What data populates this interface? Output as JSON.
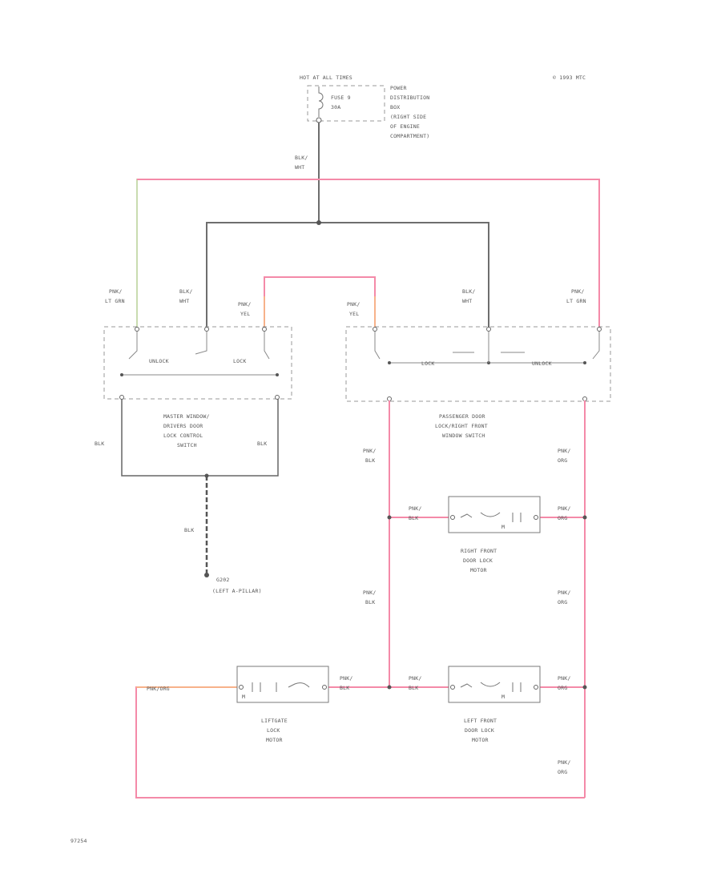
{
  "header": {
    "hot_at_all_times": "HOT AT ALL TIMES",
    "copyright": "© 1993 MTC",
    "figure_id": "97254"
  },
  "fuse": {
    "name": "FUSE 9",
    "rating": "30A",
    "location": [
      "POWER",
      "DISTRIBUTION",
      "BOX",
      "(RIGHT SIDE",
      "OF ENGINE",
      "COMPARTMENT)"
    ]
  },
  "components": {
    "master_switch": [
      "MASTER WINDOW/",
      "DRIVERS DOOR",
      "LOCK CONTROL",
      "SWITCH"
    ],
    "passenger_switch": [
      "PASSENGER DOOR",
      "LOCK/RIGHT FRONT",
      "WINDOW SWITCH"
    ],
    "rf_motor": [
      "RIGHT FRONT",
      "DOOR LOCK",
      "MOTOR"
    ],
    "lf_motor": [
      "LEFT FRONT",
      "DOOR LOCK",
      "MOTOR"
    ],
    "liftgate_motor": [
      "LIFTGATE",
      "LOCK",
      "MOTOR"
    ],
    "ground": [
      "G202",
      "(LEFT A-PILLAR)"
    ]
  },
  "switch_labels": {
    "unlock": "UNLOCK",
    "lock": "LOCK",
    "lock_p": "LOCK",
    "unlock_p": "UNLOCK"
  },
  "wire_labels": {
    "blk_wht_main": [
      "BLK/",
      "WHT"
    ],
    "pnk_ltgrn_left": [
      "PNK/",
      "LT GRN"
    ],
    "blk_wht_left": [
      "BLK/",
      "WHT"
    ],
    "pnk_yel_left": [
      "PNK/",
      "YEL"
    ],
    "pnk_yel_right": [
      "PNK/",
      "YEL"
    ],
    "blk_wht_right": [
      "BLK/",
      "WHT"
    ],
    "pnk_ltgrn_right": [
      "PNK/",
      "LT GRN"
    ],
    "blk_l": "BLK",
    "blk_r": "BLK",
    "blk_ground": "BLK",
    "pnk_blk_1": [
      "PNK/",
      "BLK"
    ],
    "pnk_org_1": [
      "PNK/",
      "ORG"
    ],
    "pnk_blk_rf": [
      "PNK/",
      "BLK"
    ],
    "pnk_org_rf": [
      "PNK/",
      "ORG"
    ],
    "pnk_blk_2": [
      "PNK/",
      "BLK"
    ],
    "pnk_org_2": [
      "PNK/",
      "ORG"
    ],
    "pnk_blk_lg": [
      "PNK/",
      "BLK"
    ],
    "pnk_blk_lf": [
      "PNK/",
      "BLK"
    ],
    "pnk_org_lf": [
      "PNK/",
      "ORG"
    ],
    "pnk_org_3": [
      "PNK/",
      "ORG"
    ],
    "pnk_org_lg": "PNK/ORG",
    "motor_m_1": "M",
    "motor_m_2": "M",
    "motor_m_3": "M"
  },
  "colors": {
    "black_wire": "#6e6e6e",
    "pink_wire": "#f48aa8",
    "orange_wire": "#f7b28a",
    "green_wire": "#c9dcb0",
    "dash_box": "#9a9a9a"
  }
}
